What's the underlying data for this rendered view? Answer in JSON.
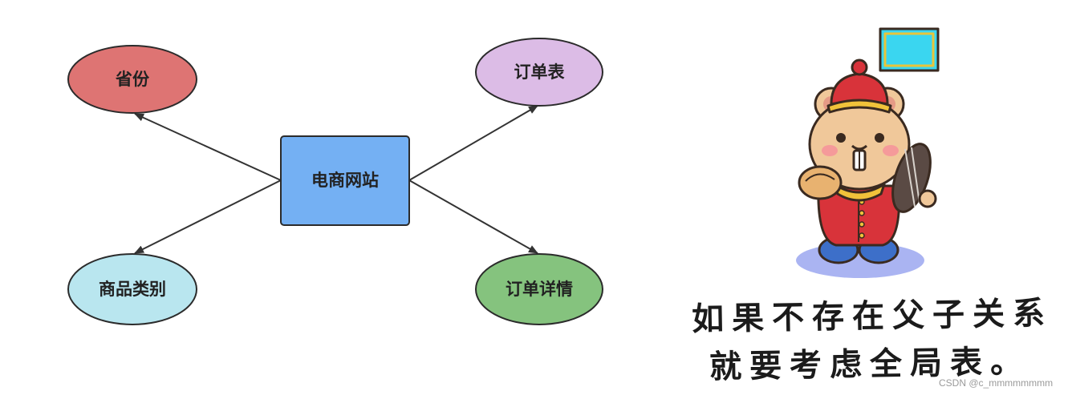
{
  "diagram": {
    "center": {
      "label": "电商网站",
      "fill": "#74b0f3"
    },
    "nodes": [
      {
        "id": "province",
        "label": "省份",
        "fill": "#de7473"
      },
      {
        "id": "category",
        "label": "商品类别",
        "fill": "#b9e6ef"
      },
      {
        "id": "order",
        "label": "订单表",
        "fill": "#dcbce6"
      },
      {
        "id": "order-detail",
        "label": "订单详情",
        "fill": "#85c37e"
      }
    ]
  },
  "sticker": {
    "line1": "如果不存在父子关系",
    "line2": "就要考虑全局表。"
  },
  "watermark": "CSDN @c_mmmmmmmm",
  "colors": {
    "edge": "#333333",
    "outline": "#2b2b2b"
  }
}
